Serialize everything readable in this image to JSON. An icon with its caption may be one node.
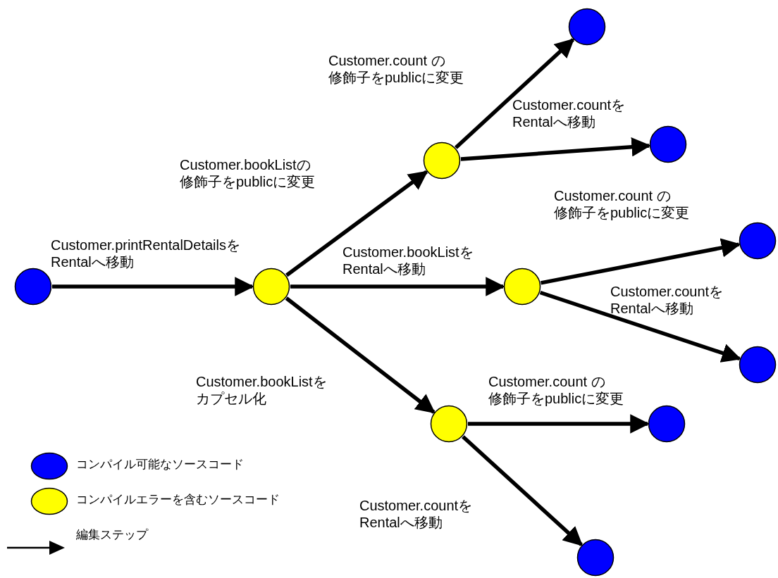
{
  "diagram": {
    "nodes": [
      {
        "text": [],
        "shape": "circle"
      },
      {
        "text": [],
        "shape": "circle"
      },
      {
        "text": [],
        "shape": "circle"
      },
      {
        "text": [],
        "shape": "circle"
      },
      {
        "text": [],
        "shape": "circle"
      },
      {
        "text": [],
        "shape": "circle"
      },
      {
        "text": [],
        "shape": "circle"
      },
      {
        "text": [],
        "shape": "circle"
      },
      {
        "text": [],
        "shape": "circle"
      },
      {
        "text": [],
        "shape": "circle"
      },
      {
        "text": [],
        "shape": "circle"
      }
    ],
    "edges": [
      {
        "from": 0,
        "to": 1,
        "arrow": "to",
        "label": "Customer.printRentalDetailsを Rentalへ移動"
      },
      {
        "from": 1,
        "to": 2,
        "arrow": "to",
        "label": "Customer.bookListの修飾子をpublicに変更"
      },
      {
        "from": 1,
        "to": 5,
        "arrow": "to",
        "label": "Customer.bookListを Rentalへ移動"
      },
      {
        "from": 1,
        "to": 8,
        "arrow": "to",
        "label": "Customer.bookListをカプセル化"
      },
      {
        "from": 2,
        "to": 3,
        "arrow": "to",
        "label": "Customer.count の修飾子をpublicに変更"
      },
      {
        "from": 2,
        "to": 4,
        "arrow": "to",
        "label": "Customer.countを Rentalへ移動"
      },
      {
        "from": 5,
        "to": 6,
        "arrow": "to",
        "label": "Customer.count の修飾子をpublicに変更"
      },
      {
        "from": 5,
        "to": 7,
        "arrow": "to",
        "label": "Customer.countを Rentalへ移動"
      },
      {
        "from": 8,
        "to": 9,
        "arrow": "to",
        "label": "Customer.count の修飾子をpublicに変更"
      },
      {
        "from": 8,
        "to": 10,
        "arrow": "to",
        "label": "Customer.countを Rentalへ移動"
      }
    ],
    "legend": [
      {
        "text": "コンパイル可能なソースコード",
        "color": "#0000ff"
      },
      {
        "text": "コンパイルエラーを含むソースコード",
        "color": "#ffff00"
      },
      {
        "text": "編集ステップ"
      }
    ]
  }
}
